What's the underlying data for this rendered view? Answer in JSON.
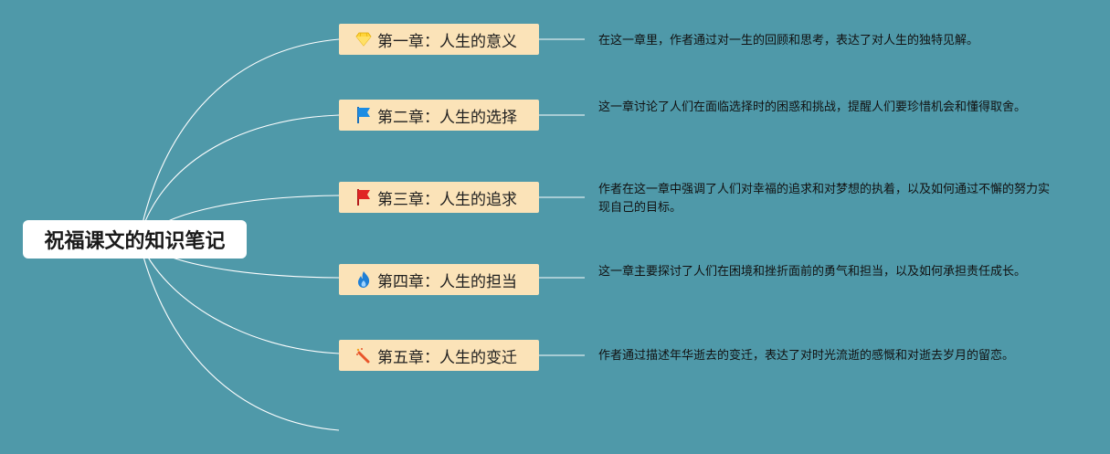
{
  "root": {
    "title": "祝福课文的知识笔记"
  },
  "chapters": [
    {
      "title": "第一章：人生的意义",
      "icon": "gem-icon",
      "description": "在这一章里，作者通过对一生的回顾和思考，表达了对人生的独特见解。"
    },
    {
      "title": "第二章：人生的选择",
      "icon": "blue-flag-icon",
      "description": "这一章讨论了人们在面临选择时的困惑和挑战，提醒人们要珍惜机会和懂得取舍。"
    },
    {
      "title": "第三章：人生的追求",
      "icon": "red-flag-icon",
      "description": "作者在这一章中强调了人们对幸福的追求和对梦想的执着，以及如何通过不懈的努力实现自己的目标。"
    },
    {
      "title": "第四章：人生的担当",
      "icon": "fire-icon",
      "description": "这一章主要探讨了人们在困境和挫折面前的勇气和担当，以及如何承担责任成长。"
    },
    {
      "title": "第五章：人生的变迁",
      "icon": "firecracker-icon",
      "description": "作者通过描述年华逝去的变迁，表达了对时光流逝的感慨和对逝去岁月的留恋。"
    }
  ],
  "colors": {
    "background": "#4f99a9",
    "root_fill": "#ffffff",
    "chapter_fill": "#fbe3b8",
    "connector": "#ffffff"
  }
}
